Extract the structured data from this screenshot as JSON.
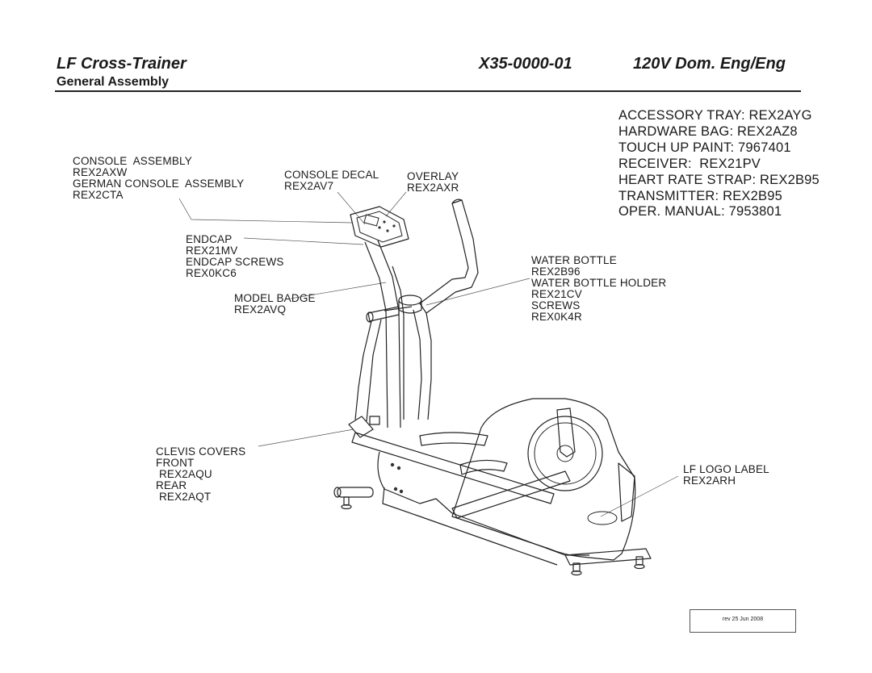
{
  "header": {
    "title": "LF  Cross-Trainer",
    "part_number": "X35-0000-01",
    "voltage": "120V Dom. Eng/Eng",
    "subtitle": "General Assembly"
  },
  "accessories": [
    "ACCESSORY TRAY: REX2AYG",
    "HARDWARE BAG: REX2AZ8",
    "TOUCH UP PAINT: 7967401",
    "RECEIVER:  REX21PV",
    "HEART RATE STRAP: REX2B95",
    "TRANSMITTER: REX2B95",
    "OPER. MANUAL: 7953801"
  ],
  "callouts": {
    "console_assembly": "CONSOLE  ASSEMBLY\nREX2AXW\nGERMAN CONSOLE  ASSEMBLY\nREX2CTA",
    "console_decal": "CONSOLE DECAL\nREX2AV7",
    "overlay": "OVERLAY\nREX2AXR",
    "endcap": "ENDCAP\nREX21MV\nENDCAP SCREWS\nREX0KC6",
    "model_badge": "MODEL BADGE\nREX2AVQ",
    "water_bottle": "WATER BOTTLE\nREX2B96\nWATER BOTTLE HOLDER\nREX21CV\nSCREWS\nREX0K4R",
    "clevis_covers": "CLEVIS COVERS\nFRONT\n REX2AQU\nREAR\n REX2AQT",
    "lf_logo_label": "LF LOGO LABEL\nREX2ARH"
  },
  "revision": "rev 25 Jun 2008"
}
